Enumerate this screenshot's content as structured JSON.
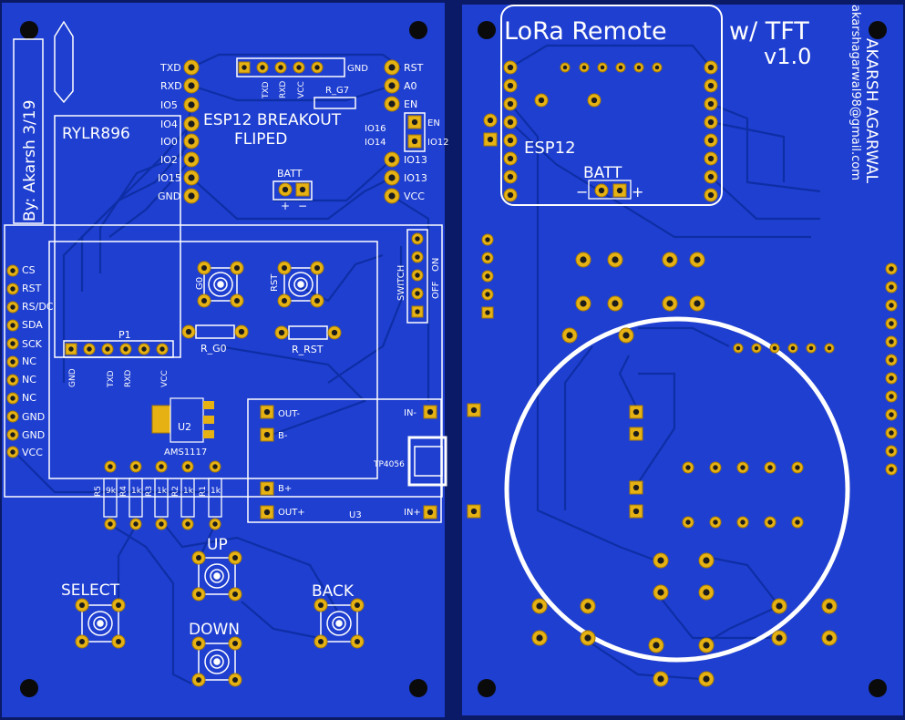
{
  "left_board": {
    "author": "By: Akarsh 3/19",
    "module_name": "RYLR896",
    "breakout_title_1": "ESP12 BREAKOUT",
    "breakout_title_2": "FLIPED",
    "left_pins": [
      "TXD",
      "RXD",
      "IO5",
      "IO4",
      "IO0",
      "IO2",
      "IO15",
      "GND"
    ],
    "right_pins": [
      "RST",
      "A0",
      "EN",
      "IO16",
      "IO14",
      "IO12",
      "IO13",
      "VCC"
    ],
    "top_header_gnd": "GND",
    "top_header_pins": [
      "TXD",
      "RXD",
      "VCC"
    ],
    "r_g7": "R_G7",
    "batt": "BATT",
    "batt_plus": "+",
    "batt_minus": "−",
    "en_label": "EN",
    "io12_label": "IO12",
    "tft_pins": [
      "CS",
      "RST",
      "RS/DC",
      "SDA",
      "SCK",
      "NC",
      "NC",
      "NC",
      "GND",
      "GND",
      "VCC"
    ],
    "g0_label": "G0",
    "rst_label": "RST",
    "r_g0": "R_G0",
    "r_rst": "R_RST",
    "switch_label": "SWITCH",
    "off_label": "OFF",
    "on_label": "ON",
    "p1_label": "P1",
    "p1_pins": [
      "GND",
      "TXD",
      "RXD",
      "VCC"
    ],
    "u2_label": "U2",
    "ams_label": "AMS1117",
    "tp_labels": [
      "OUT-",
      "B-",
      "B+",
      "OUT+",
      "IN-",
      "IN+"
    ],
    "tp4056": "TP4056",
    "u3_label": "U3",
    "resistors": [
      "R5",
      "R4",
      "R3",
      "R2",
      "R1"
    ],
    "res_values": [
      "9k",
      "1k",
      "1k",
      "1k",
      "1k"
    ],
    "buttons": [
      "UP",
      "SELECT",
      "BACK",
      "DOWN"
    ]
  },
  "right_board": {
    "title_1": "LoRa Remote",
    "title_2": "w/ TFT",
    "version": "v1.0",
    "esp_label": "ESP12",
    "batt": "BATT",
    "batt_minus": "−",
    "batt_plus": "+",
    "author_name": "AKARSH AGARWAL",
    "email": "akarshagarwal98@gmail.com"
  },
  "colors": {
    "board": "#1f3fd0",
    "pad": "#e6b213",
    "silk": "#ffffff",
    "background": "#0a1a66"
  }
}
